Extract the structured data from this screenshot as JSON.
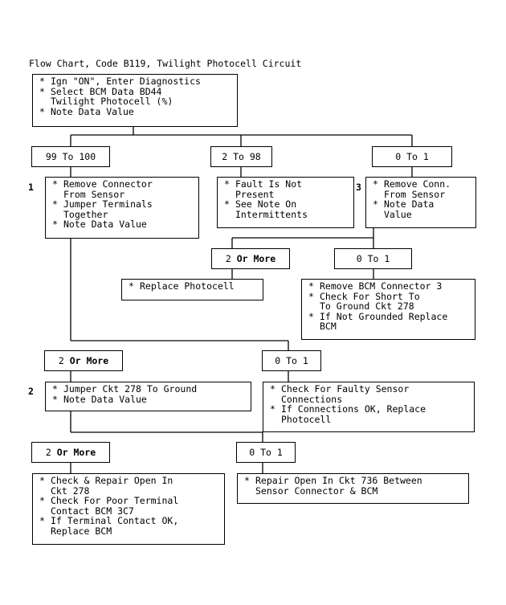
{
  "title": "Flow Chart, Code B119, Twilight Photocell Circuit",
  "start_box": {
    "items": [
      "Ign \"ON\", Enter Diagnostics",
      "Select BCM Data BD44\nTwilight Photocell (%)",
      "Note Data Value"
    ]
  },
  "branch1": {
    "labels": [
      "99 To 100",
      "2 To 98",
      "0 To 1"
    ],
    "step_numbers": [
      "1",
      "3"
    ]
  },
  "box_step1": {
    "items": [
      "Remove Connector\nFrom Sensor",
      "Jumper Terminals\nTogether",
      "Note Data Value"
    ]
  },
  "box_fault": {
    "items": [
      "Fault Is Not\nPresent",
      "See Note On\nIntermittents"
    ]
  },
  "box_step3": {
    "items": [
      "Remove Conn.\nFrom Sensor",
      "Note Data\nValue"
    ]
  },
  "branch3": {
    "label_2_prefix": "2 ",
    "label_2_bold": "Or More",
    "label_0": "0 To 1"
  },
  "box_replace_photocell": {
    "items": [
      "Replace Photocell"
    ]
  },
  "box_remove_bcm": {
    "items": [
      "Remove BCM Connector 3",
      "Check For Short To\nTo Ground Ckt 278",
      "If Not Grounded Replace\nBCM"
    ]
  },
  "branch_step1": {
    "label_2_prefix": "2 ",
    "label_2_bold": "Or More",
    "label_0": "0 To 1"
  },
  "step2_number": "2",
  "box_step2": {
    "items": [
      "Jumper Ckt 278 To Ground",
      "Note Data Value"
    ]
  },
  "box_faulty_sensor": {
    "items": [
      "Check For Faulty Sensor\nConnections",
      "If Connections OK, Replace\nPhotocell"
    ]
  },
  "branch_step2": {
    "label_2_prefix": "2 ",
    "label_2_bold": "Or More",
    "label_0": "0 To 1"
  },
  "box_repair_278": {
    "items": [
      "Check & Repair Open In\nCkt 278",
      "Check For Poor Terminal\nContact BCM 3C7",
      "If Terminal Contact OK,\nReplace BCM"
    ]
  },
  "box_repair_736": {
    "items": [
      "Repair Open In Ckt 736 Between\nSensor Connector & BCM"
    ]
  }
}
